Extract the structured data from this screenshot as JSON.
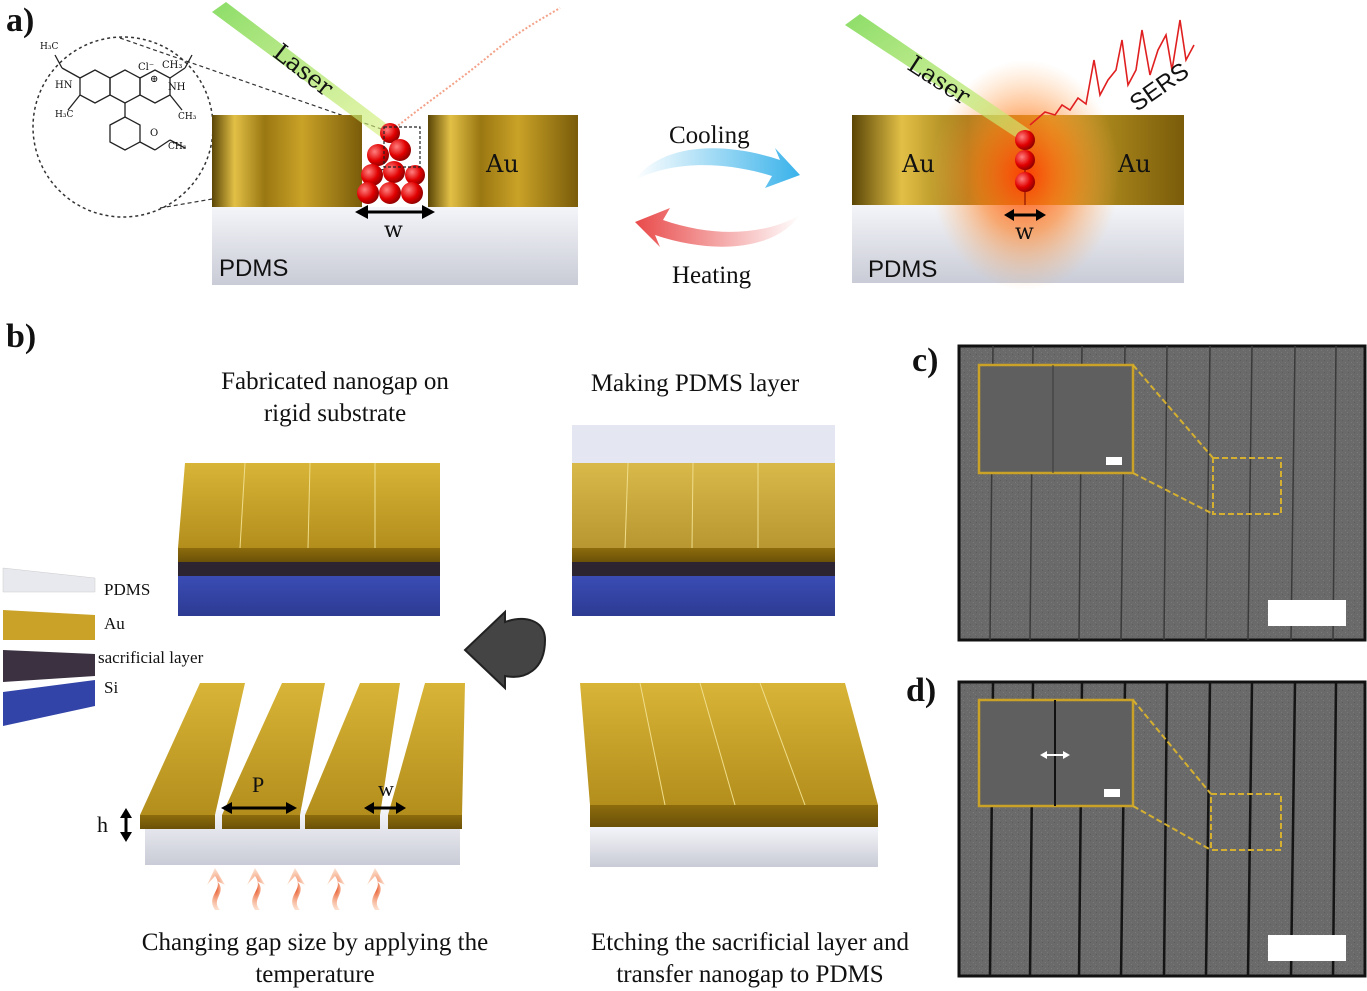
{
  "panels": {
    "a": "a)",
    "b": "b)",
    "c": "c)",
    "d": "d)"
  },
  "panel_a": {
    "left": {
      "laser": "Laser",
      "au": "Au",
      "w": "w",
      "pdms": "PDMS"
    },
    "right": {
      "laser": "Laser",
      "sers": "SERS",
      "au_left": "Au",
      "au_right": "Au",
      "w": "w",
      "pdms": "PDMS"
    },
    "cooling": "Cooling",
    "heating": "Heating",
    "molecule": {
      "cl": "Cl⁻",
      "plus": "⊕",
      "nh_left": "HN",
      "nh_right": "NH",
      "h3c_top": "H₃C",
      "ch3_top": "CH₃",
      "h3c_mid": "H₃C",
      "ch3_mid": "CH₃",
      "o": "O",
      "ch3_ester": "CH₃"
    }
  },
  "panel_b": {
    "step1": "Fabricated nanogap on\nrigid substrate",
    "step2": "Making PDMS layer",
    "step3": "Etching the sacrificial layer and\ntransfer nanogap to PDMS",
    "step4": "Changing gap size by applying the\ntemperature",
    "legend": [
      {
        "label": "PDMS",
        "color": "#e8e9ef"
      },
      {
        "label": "Au",
        "color": "#c9a227"
      },
      {
        "label": "sacrificial layer",
        "color": "#3b3140"
      },
      {
        "label": "Si",
        "color": "#3344a8"
      }
    ],
    "dims": {
      "p": "P",
      "w": "w",
      "h": "h"
    }
  },
  "colors": {
    "gold": "#c9a227",
    "gold_dark": "#8a6d12",
    "si": "#3344a8",
    "pdms": "#e6e7ee",
    "sem": "#6b6b6b"
  }
}
